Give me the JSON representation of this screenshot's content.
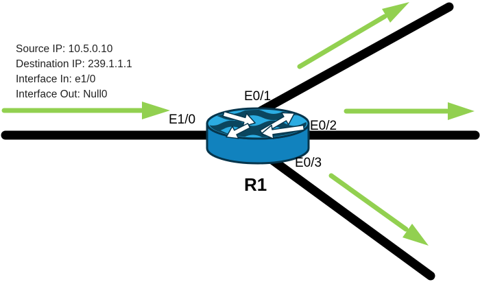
{
  "diagram": {
    "info_box": {
      "lines": [
        "Source IP: 10.5.0.10",
        "Destination IP: 239.1.1.1",
        "Interface In: e1/0",
        "Interface Out: Null0"
      ]
    },
    "router": {
      "name": "R1"
    },
    "interfaces": {
      "left": "E1/0",
      "top_right": "E0/1",
      "right": "E0/2",
      "bottom_right": "E0/3"
    },
    "icons": {
      "router": "cisco-router-icon"
    },
    "colors": {
      "flow_arrow": "#92D050",
      "link_line": "#000000",
      "router_body": "#1182BE",
      "router_top": "#2BACE2",
      "router_dark": "#0B465F",
      "router_outline": "#06354C",
      "text": "#1F1F1F"
    }
  }
}
